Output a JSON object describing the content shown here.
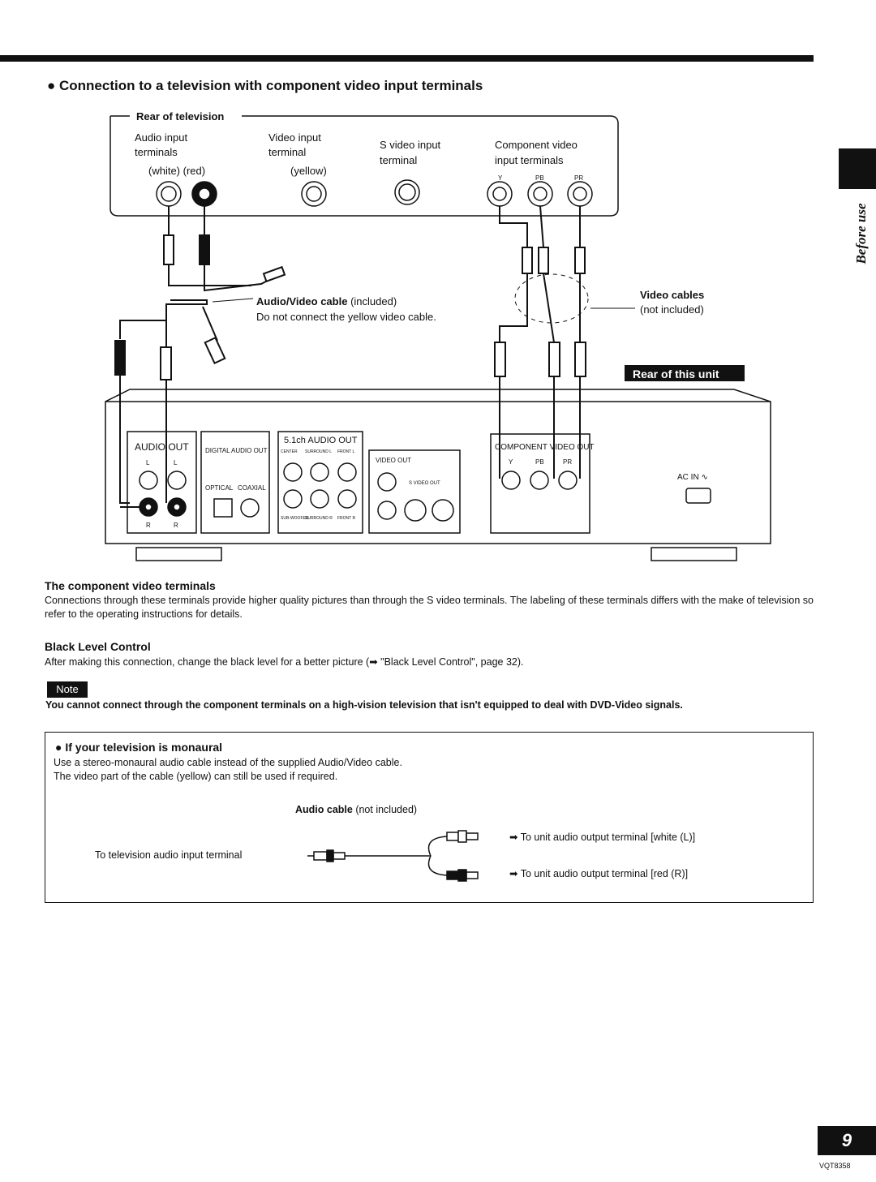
{
  "section_title": "● Connection to a television with component video input terminals",
  "side_tab": "Before use",
  "diagram": {
    "tv_label": "Rear of television",
    "audio_input": [
      "Audio input",
      "terminals"
    ],
    "audio_colors": "(white)  (red)",
    "video_input": [
      "Video input",
      "terminal"
    ],
    "video_color": "(yellow)",
    "svideo_input": [
      "S video input",
      "terminal"
    ],
    "component_input": [
      "Component video",
      "input terminals"
    ],
    "ypbpr": [
      "Y",
      "PB",
      "PR"
    ],
    "av_cable_bold": "Audio/Video cable",
    "av_cable_note": " (included)",
    "av_cable_warning": "Do not connect the yellow video cable.",
    "video_cables_bold": "Video cables",
    "video_cables_note": "(not included)",
    "unit_badge": "Rear of this unit",
    "unit_audio_out": "AUDIO OUT",
    "lr": [
      "L",
      "L",
      "R",
      "R"
    ],
    "digital_audio_out": "DIGITAL AUDIO OUT",
    "optical": "OPTICAL",
    "coaxial": "COAXIAL",
    "ch51_audio_out": "5.1ch AUDIO OUT",
    "ch51_top": [
      "CENTER",
      "SURROUND L",
      "FRONT L"
    ],
    "ch51_bottom": [
      "SUB-WOOFER",
      "SURROUND R",
      "FRONT R"
    ],
    "video_out": "VIDEO OUT",
    "s_video_out": "S VIDEO OUT",
    "component_video_out": "COMPONENT VIDEO OUT",
    "unit_ypbpr": [
      "Y",
      "PB",
      "PR"
    ],
    "ac_in": "AC IN ∿"
  },
  "component": {
    "title": "The component video terminals",
    "text": "Connections through these terminals provide higher quality pictures than through the S video terminals. The labeling of these terminals differs with the make of television so refer to the operating instructions for details."
  },
  "black_level": {
    "title": "Black Level Control",
    "text": "After making this connection, change the black level for a better picture (➡ \"Black Level Control\", page 32)."
  },
  "note": {
    "badge": "Note",
    "text": "You cannot connect through the component terminals on a high-vision television that isn't equipped to deal with DVD-Video signals."
  },
  "monaural": {
    "title": "● If your television is monaural",
    "line1": "Use a stereo-monaural audio cable instead of the supplied Audio/Video cable.",
    "line2": "The video part of the cable (yellow) can still be used if required.",
    "audio_cable_bold": "Audio cable",
    "audio_cable_note": " (not included)",
    "tv_terminal": "To television audio input terminal",
    "white_l": "➡ To unit audio output terminal [white (L)]",
    "red_r": "➡ To unit audio output terminal [red (R)]"
  },
  "page_number": "9",
  "code": "VQT8358"
}
